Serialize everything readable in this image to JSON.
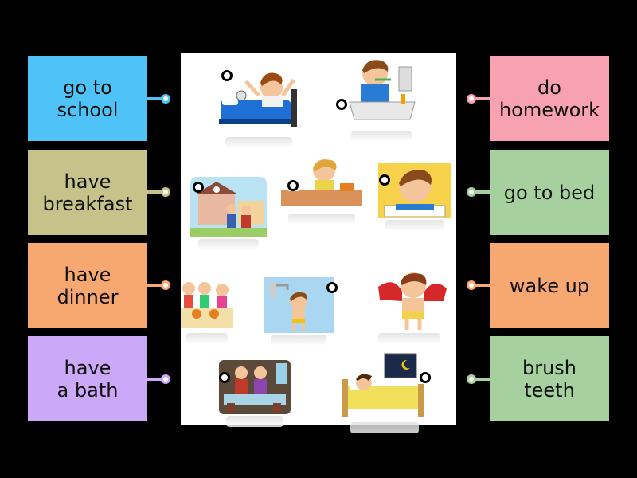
{
  "left_cards": [
    {
      "label": "go to\nschool",
      "color": "#4fc3f7",
      "connector_color": "#4fc3f7"
    },
    {
      "label": "have\nbreakfast",
      "color": "#c5c389",
      "connector_color": "#c5c389"
    },
    {
      "label": "have\ndinner",
      "color": "#f7a870",
      "connector_color": "#f7a870"
    },
    {
      "label": "have\na bath",
      "color": "#cca8f8",
      "connector_color": "#cca8f8"
    }
  ],
  "right_cards": [
    {
      "label": "do\nhomework",
      "color": "#f8a1b1",
      "connector_color": "#f8a1b1"
    },
    {
      "label": "go to bed",
      "color": "#a6d19e",
      "connector_color": "#a6d19e"
    },
    {
      "label": "wake up",
      "color": "#f7a870",
      "connector_color": "#f7a870"
    },
    {
      "label": "brush\nteeth",
      "color": "#a6d19e",
      "connector_color": "#a6d19e"
    }
  ],
  "pictures": [
    {
      "name": "wake-up-picture",
      "icon": "boy-stretching-in-bed"
    },
    {
      "name": "brush-teeth-picture",
      "icon": "boy-brushing-teeth"
    },
    {
      "name": "go-to-school-picture",
      "icon": "children-walking-to-school"
    },
    {
      "name": "have-breakfast-picture",
      "icon": "girl-eating-breakfast"
    },
    {
      "name": "do-homework-picture",
      "icon": "boy-writing"
    },
    {
      "name": "have-dinner-picture",
      "icon": "family-dinner-table"
    },
    {
      "name": "have-a-bath-picture",
      "icon": "boy-showering"
    },
    {
      "name": "get-dressed-picture",
      "icon": "boy-dressing"
    },
    {
      "name": "family-meal-picture",
      "icon": "family-eating"
    },
    {
      "name": "go-to-bed-picture",
      "icon": "boy-sleeping"
    }
  ]
}
